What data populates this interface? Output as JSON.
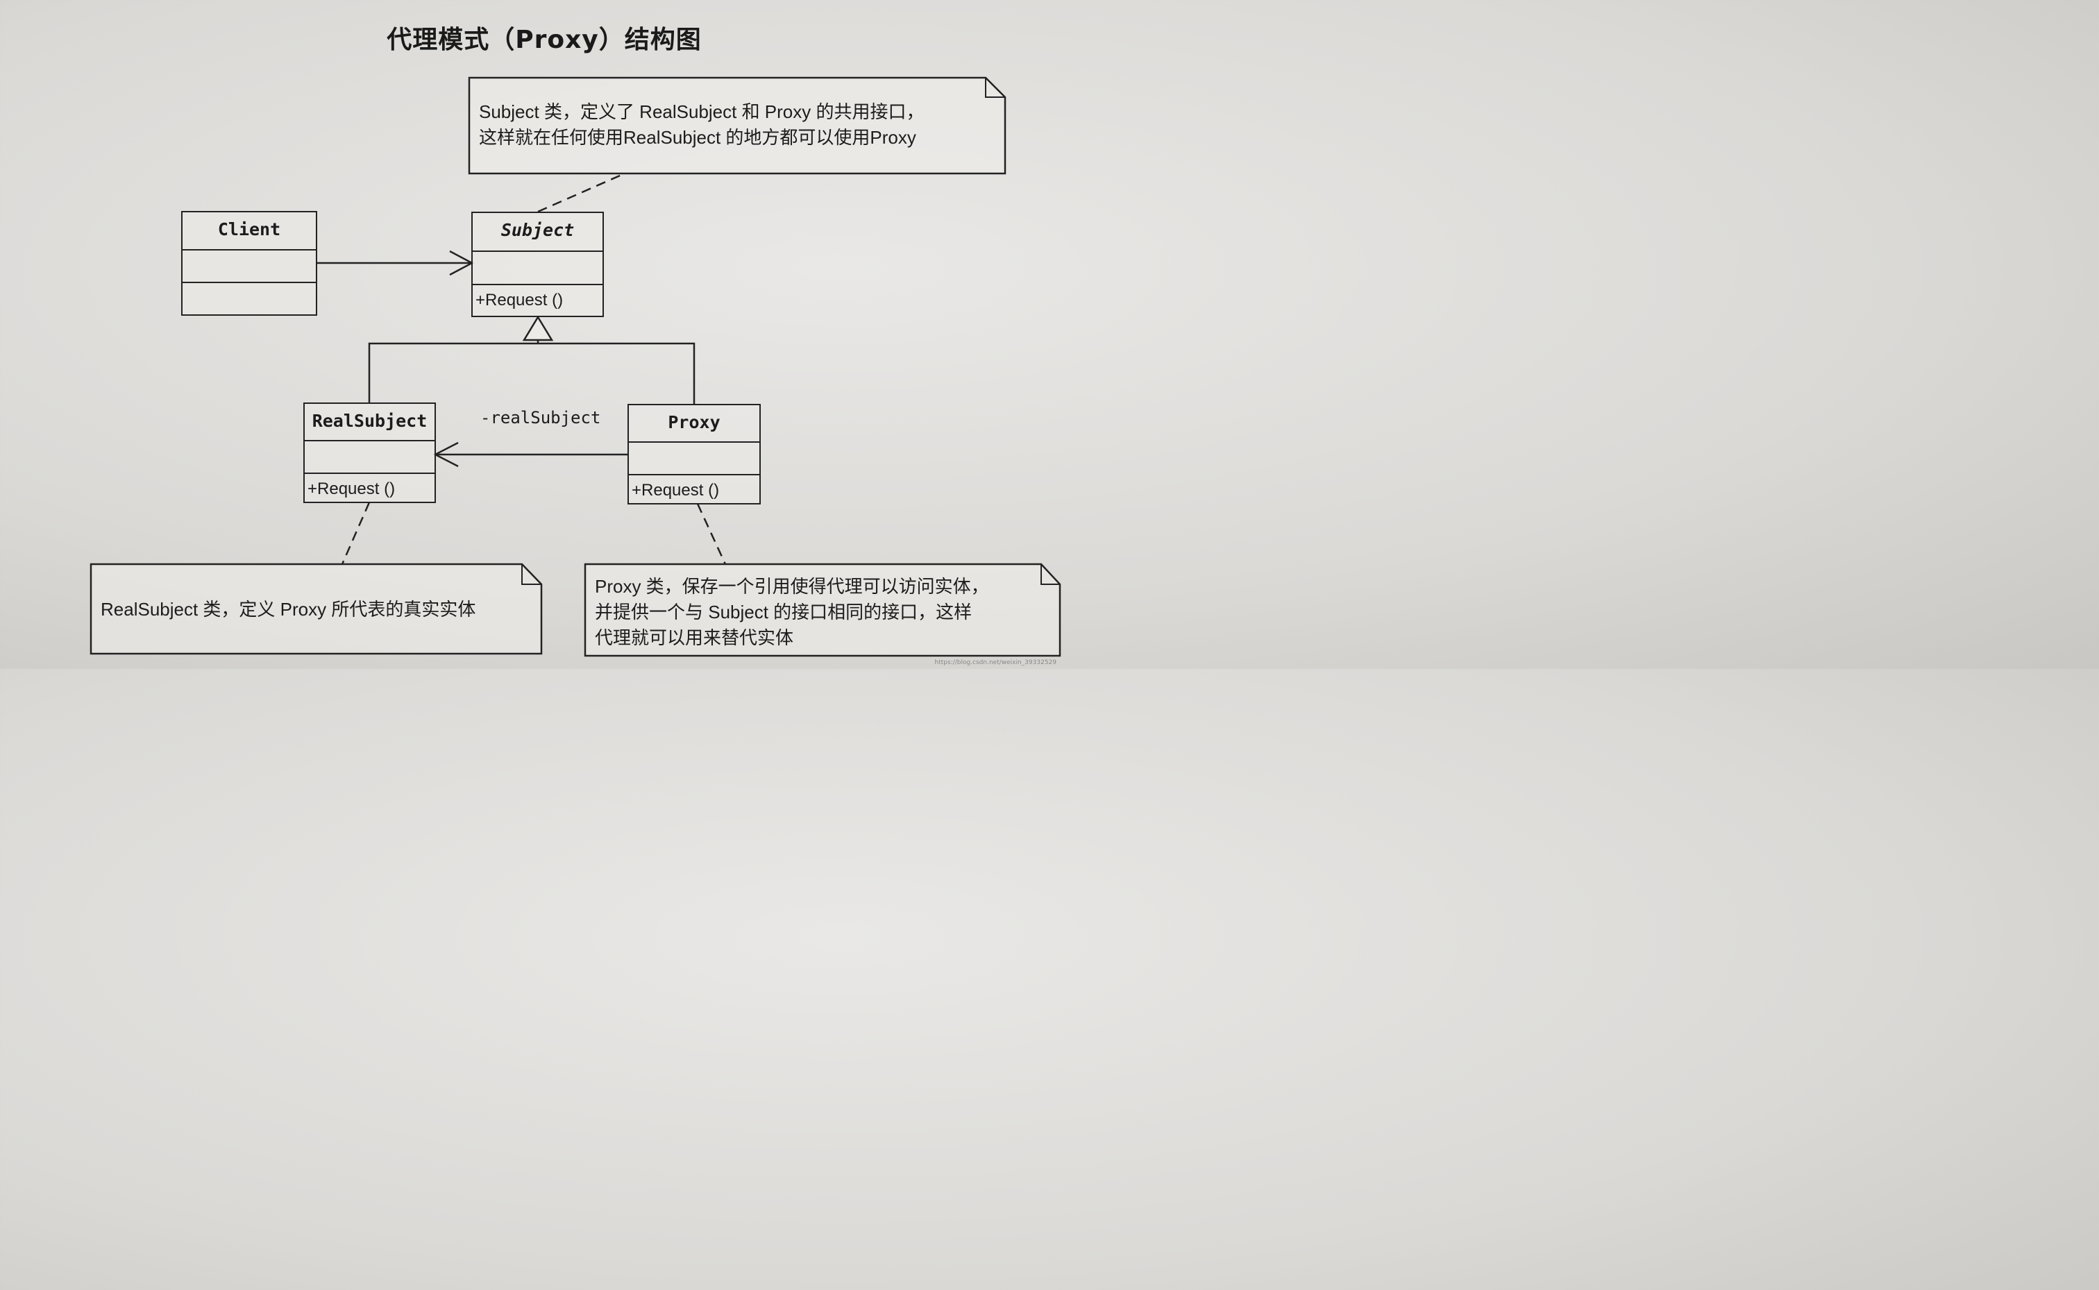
{
  "title": "代理模式（Proxy）结构图",
  "classes": {
    "client": {
      "name": "Client"
    },
    "subject": {
      "name": "Subject",
      "operation": "+Request ()"
    },
    "real_subject": {
      "name": "RealSubject",
      "operation": "+Request ()"
    },
    "proxy": {
      "name": "Proxy",
      "operation": "+Request ()"
    }
  },
  "association_label": "-realSubject",
  "notes": {
    "subject_note": "Subject 类，定义了 RealSubject 和 Proxy 的共用接口，\n这样就在任何使用RealSubject 的地方都可以使用Proxy",
    "real_subject_note": "RealSubject 类，定义 Proxy 所代表的真实实体",
    "proxy_note": "Proxy 类，保存一个引用使得代理可以访问实体，\n并提供一个与 Subject 的接口相同的接口，这样\n代理就可以用来替代实体"
  },
  "watermark": "https://blog.csdn.net/weixin_39332529"
}
